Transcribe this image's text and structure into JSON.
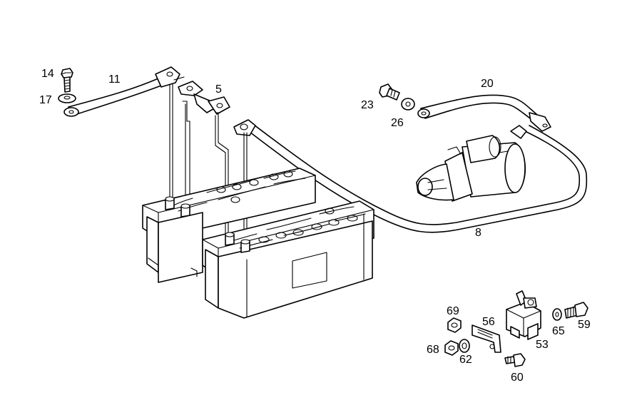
{
  "callouts": {
    "c14": "14",
    "c17": "17",
    "c11": "11",
    "c5": "5",
    "c20": "20",
    "c23": "23",
    "c26": "26",
    "c8": "8",
    "c69": "69",
    "c56": "56",
    "c68": "68",
    "c62": "62",
    "c53": "53",
    "c65": "65",
    "c59": "59",
    "c60": "60"
  }
}
